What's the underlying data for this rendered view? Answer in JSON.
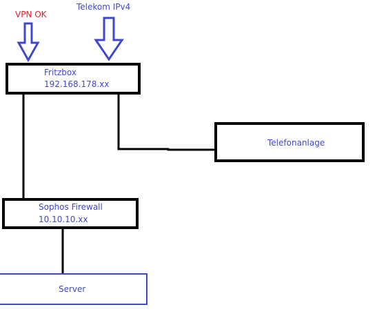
{
  "colors": {
    "text_blue": "#3f48cc",
    "text_red": "#ed1c24",
    "line": "#000000",
    "arrow": "#3f48cc"
  },
  "annotations": {
    "vpn_label": "VPN OK",
    "telekom_label": "Telekom IPv4"
  },
  "nodes": {
    "fritzbox": {
      "name": "Fritzbox",
      "ip": "192.168.178.xx"
    },
    "telefonanlage": {
      "name": "Telefonanlage"
    },
    "sophos": {
      "name": "Sophos Firewall",
      "ip": "10.10.10.xx"
    },
    "server": {
      "name": "Server"
    }
  },
  "icons": [
    "down-arrow-icon",
    "down-arrow-icon"
  ]
}
